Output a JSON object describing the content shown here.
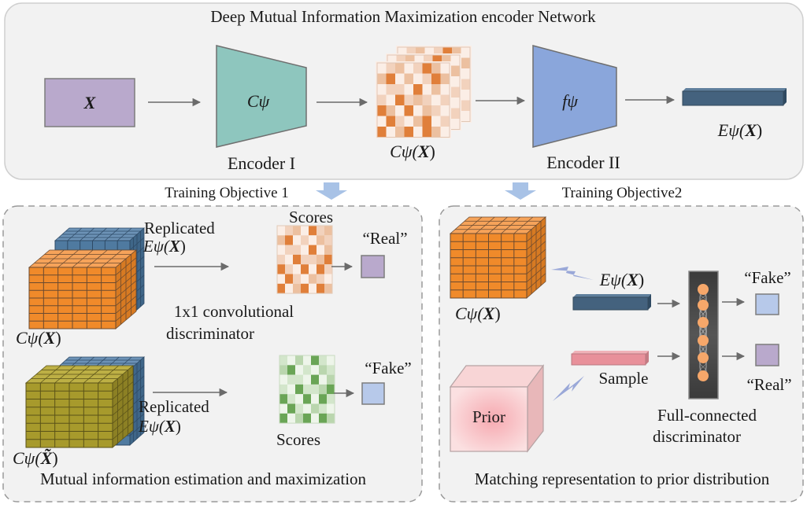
{
  "top_panel": {
    "title": "Deep Mutual Information Maximization encoder Network",
    "input_label": "X",
    "encoder1": {
      "symbol": "Cψ",
      "caption": "Encoder I"
    },
    "feature_map_caption": {
      "prefix": "Cψ(",
      "var": "X",
      "suffix": ")"
    },
    "encoder2": {
      "symbol": "fψ",
      "caption": "Encoder II"
    },
    "output_caption": {
      "prefix": "Eψ(",
      "var": "X",
      "suffix": ")"
    }
  },
  "objective1": {
    "heading": "Training Objective 1",
    "caption": "Mutual information estimation and maximization",
    "real_branch": {
      "replicated_label": "Replicated",
      "replicated_expr": {
        "prefix": "Eψ(",
        "var": "X",
        "suffix": ")"
      },
      "cube_caption": {
        "prefix": "Cψ(",
        "var": "X",
        "suffix": ")"
      },
      "scores_label": "Scores",
      "discriminator_line1": "1x1 convolutional",
      "discriminator_line2": "discriminator",
      "output_label": "“Real”"
    },
    "fake_branch": {
      "replicated_label": "Replicated",
      "replicated_expr": {
        "prefix": "Eψ(",
        "var": "X",
        "suffix": ")"
      },
      "cube_caption": {
        "prefix": "Cψ(",
        "var": "X̃",
        "suffix": ")"
      },
      "scores_label": "Scores",
      "output_label": "“Fake”"
    }
  },
  "objective2": {
    "heading": "Training Objective2",
    "caption": "Matching representation to prior distribution",
    "cube_caption": {
      "prefix": "Cψ(",
      "var": "X",
      "suffix": ")"
    },
    "encoding_label": {
      "prefix": "Eψ(",
      "var": "X",
      "suffix": ")"
    },
    "prior_label": "Prior",
    "sample_label": "Sample",
    "discriminator_line1": "Full-connected",
    "discriminator_line2": "discriminator",
    "fake_label": "“Fake”",
    "real_label": "“Real”"
  },
  "colors": {
    "input_box": "#b9a9cc",
    "encoder1": "#8ec6be",
    "encoder2": "#8aa6db",
    "encoding_bar": "#44627e",
    "orange_dark": "#e07f3a",
    "orange_cube": "#f08a2a",
    "blue_cube": "#4f7aa0",
    "olive_cube": "#a79a2c",
    "green_dark": "#6aa556",
    "real_box": "#b9a9cc",
    "fake_box": "#b7c9ea",
    "sample_bar": "#e8909a",
    "prior": "#f7c6c8",
    "flow_arrow": "#a8c2e6"
  },
  "score_patterns": {
    "encoder_map": [
      [
        0,
        1,
        2,
        0,
        1,
        3,
        2,
        0
      ],
      [
        2,
        3,
        0,
        2,
        0,
        1,
        3,
        2
      ],
      [
        0,
        1,
        1,
        0,
        3,
        0,
        2,
        0
      ],
      [
        1,
        0,
        3,
        1,
        2,
        1,
        0,
        1
      ],
      [
        3,
        2,
        0,
        3,
        0,
        2,
        1,
        0
      ],
      [
        0,
        3,
        1,
        0,
        2,
        3,
        0,
        1
      ],
      [
        3,
        0,
        2,
        3,
        0,
        3,
        2,
        0
      ]
    ],
    "real_scores": [
      [
        0,
        1,
        2,
        0,
        3,
        1,
        2
      ],
      [
        2,
        3,
        0,
        1,
        0,
        2,
        1
      ],
      [
        0,
        1,
        1,
        0,
        3,
        0,
        2
      ],
      [
        1,
        0,
        3,
        1,
        1,
        2,
        3
      ],
      [
        3,
        1,
        0,
        3,
        0,
        3,
        1
      ],
      [
        0,
        3,
        1,
        0,
        2,
        1,
        0
      ],
      [
        3,
        0,
        2,
        3,
        0,
        3,
        2
      ]
    ],
    "fake_scores": [
      [
        1,
        0,
        2,
        0,
        3,
        1,
        0
      ],
      [
        2,
        3,
        0,
        1,
        0,
        2,
        1
      ],
      [
        0,
        1,
        1,
        0,
        3,
        0,
        2
      ],
      [
        1,
        0,
        3,
        1,
        1,
        2,
        3
      ],
      [
        3,
        1,
        0,
        3,
        0,
        3,
        1
      ],
      [
        0,
        3,
        1,
        0,
        2,
        1,
        0
      ],
      [
        3,
        0,
        2,
        3,
        0,
        3,
        2
      ]
    ]
  }
}
